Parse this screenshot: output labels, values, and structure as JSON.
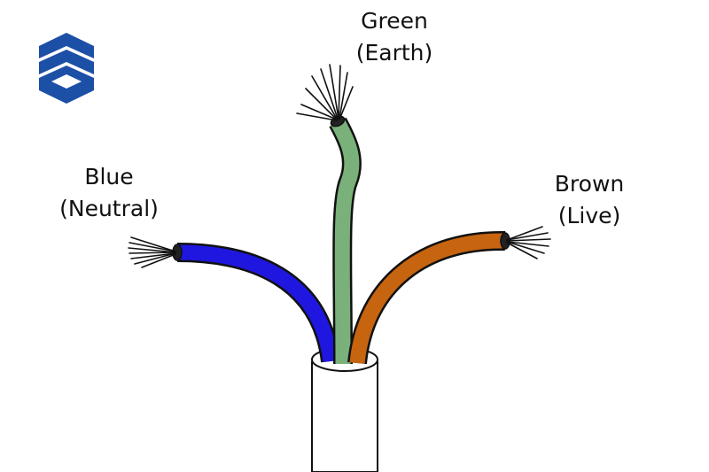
{
  "colors": {
    "blue": "#1f17e0",
    "green": "#7ab07a",
    "brown": "#c6640f",
    "logo": "#1c4fa6",
    "outline": "#111111",
    "sheath": "#ffffff"
  },
  "logo": {
    "icon": "company-logo-icon"
  },
  "wires": [
    {
      "id": "green",
      "name": "Green",
      "role": "(Earth)"
    },
    {
      "id": "blue",
      "name": "Blue",
      "role": "(Neutral)"
    },
    {
      "id": "brown",
      "name": "Brown",
      "role": "(Live)"
    }
  ]
}
